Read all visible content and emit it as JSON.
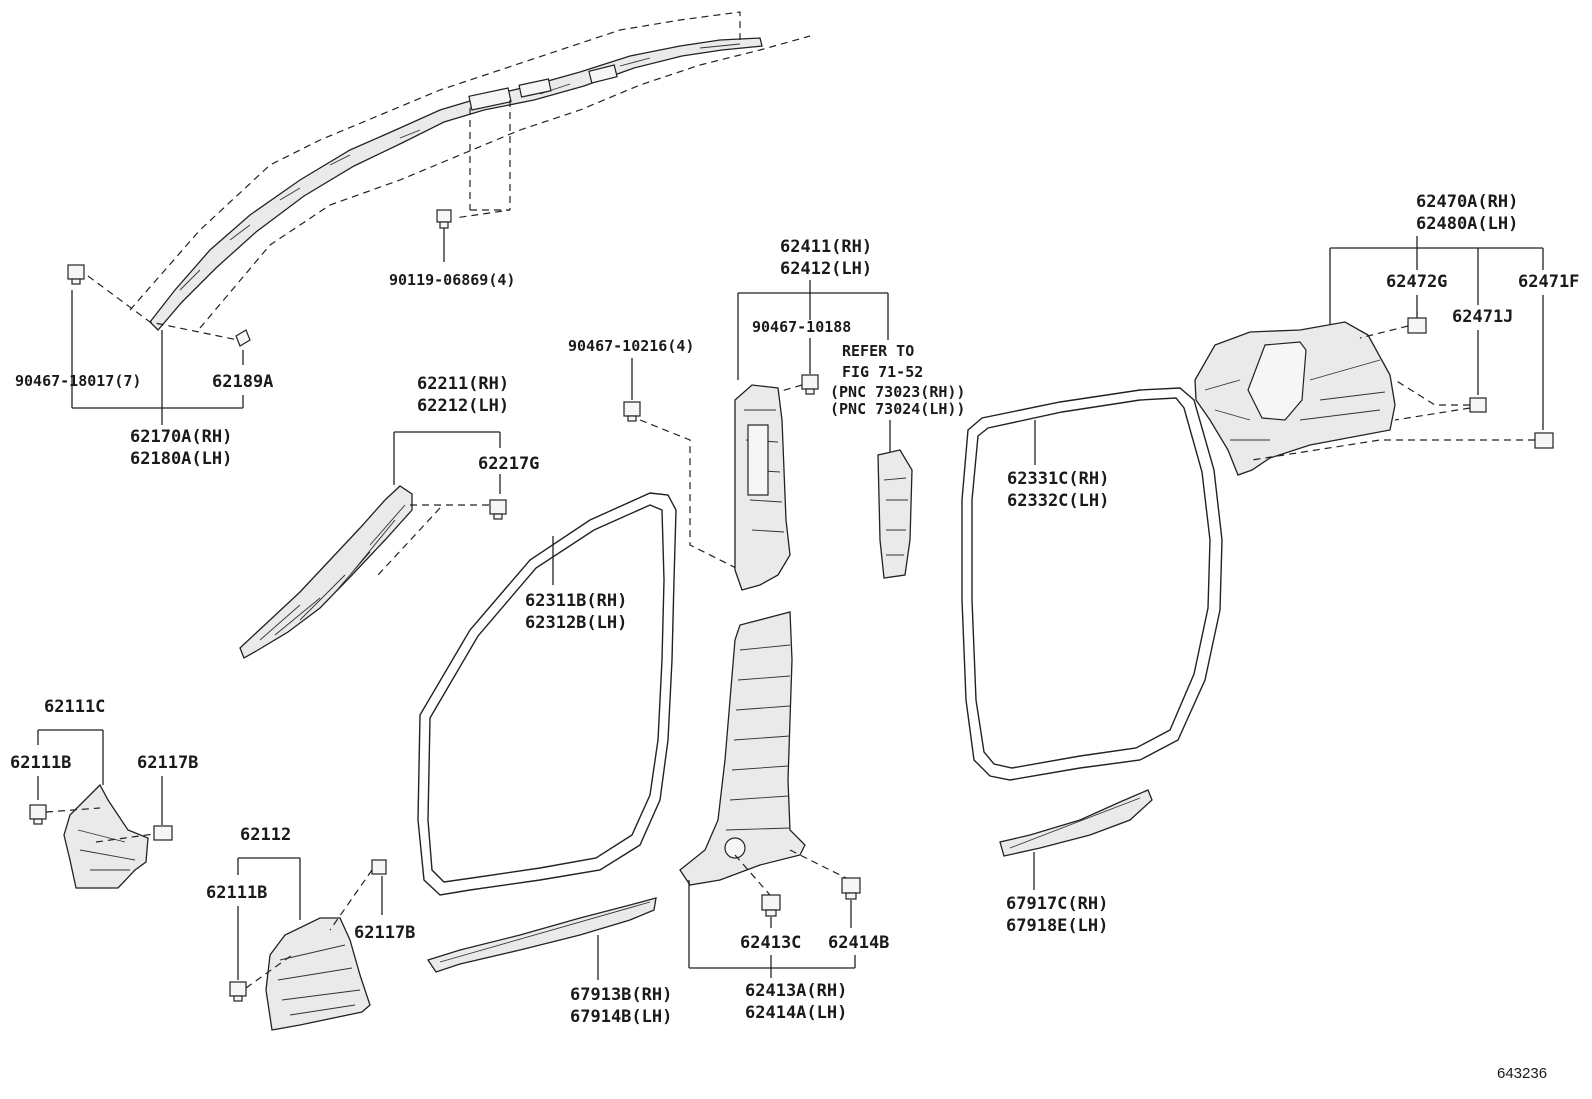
{
  "labels": {
    "l90119": "90119-06869(4)",
    "l90467_18017": "90467-18017(7)",
    "l62189A": "62189A",
    "l62170A": "62170A(RH)",
    "l62180A": "62180A(LH)",
    "l62211": "62211(RH)",
    "l62212": "62212(LH)",
    "l62217G": "62217G",
    "l62111C": "62111C",
    "l62111B_a": "62111B",
    "l62117B_a": "62117B",
    "l62112": "62112",
    "l62111B_b": "62111B",
    "l62117B_b": "62117B",
    "l90467_10216": "90467-10216(4)",
    "l62311B": "62311B(RH)",
    "l62312B": "62312B(LH)",
    "l67913B": "67913B(RH)",
    "l67914B": "67914B(LH)",
    "l62411": "62411(RH)",
    "l62412": "62412(LH)",
    "l90467_10188": "90467-10188",
    "refer1": "REFER TO",
    "refer2": "FIG 71-52",
    "refer3": "(PNC 73023(RH))",
    "refer4": "(PNC 73024(LH))",
    "l62413C": "62413C",
    "l62414B": "62414B",
    "l62413A": "62413A(RH)",
    "l62414A": "62414A(LH)",
    "l62331C": "62331C(RH)",
    "l62332C": "62332C(LH)",
    "l67917C": "67917C(RH)",
    "l67918E": "67918E(LH)",
    "l62470A": "62470A(RH)",
    "l62480A": "62480A(LH)",
    "l62472G": "62472G",
    "l62471F": "62471F",
    "l62471J": "62471J"
  },
  "figure_number": "643236"
}
